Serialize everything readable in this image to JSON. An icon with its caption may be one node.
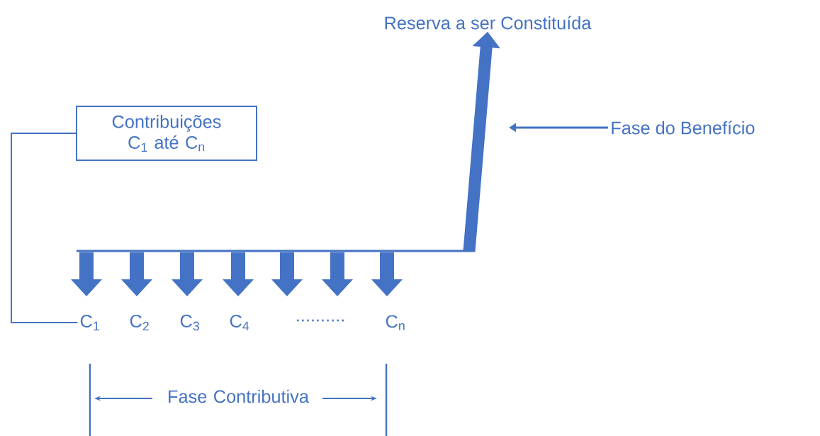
{
  "diagram": {
    "nodes": [
      {
        "text": [
          "Contribuições C$_{1}$ até C$_{n}$"
        ]
      },
      {
        "text": [
          "Reserva a ser Constituída"
        ]
      },
      {
        "text": [
          "Fase do Benefício"
        ]
      },
      {
        "text": [
          "C$_{1}$"
        ]
      }
    ],
    "edges": [
      {
        "from": 0,
        "to": 3,
        "arrow": "none"
      },
      {
        "from": null,
        "to": 1,
        "arrow": "to",
        "style": "thick"
      },
      {
        "from": 2,
        "to": null,
        "arrow": "to"
      }
    ],
    "labels": [
      "C$_{2}$",
      "C$_{3}$",
      "C$_{4}$",
      "..........",
      "C$_{n}$",
      "Fase Contributiva"
    ]
  }
}
